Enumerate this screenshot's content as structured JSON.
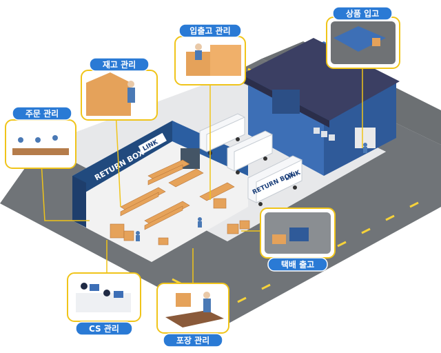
{
  "labels": {
    "receiving": "상품 입고",
    "in_out": "입출고 관리",
    "inventory": "재고 관리",
    "orders": "주문 관리",
    "courier": "택배 출고",
    "cs": "CS 관리",
    "packing": "포장 관리"
  },
  "signs": {
    "wall_logo": "RETURN BOX",
    "wall_badge": "LINK",
    "truck_logo": "RETURN BOX",
    "truck_badge": "LINK"
  },
  "colors": {
    "road": "#6f7275",
    "lane": "#f6d23a",
    "building": "#3d6fb6",
    "roof": "#3b3f63",
    "callout_border": "#f0c419",
    "label_bg": "#2a7ad5"
  }
}
